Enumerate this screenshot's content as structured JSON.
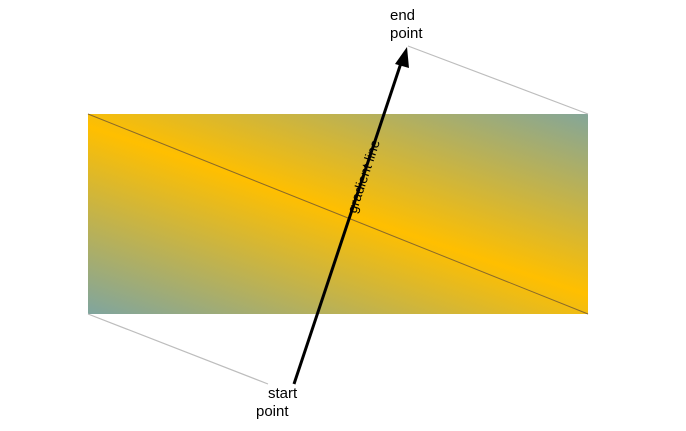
{
  "labels": {
    "end_line1": "end",
    "end_line2": "point",
    "start_line1": "start",
    "start_line2": "point",
    "gradient_line": "gradient line"
  },
  "colors": {
    "gradient_edge": "#7fa59f",
    "gradient_middle": "#ffbf00",
    "diagonal": "#8a6a2a",
    "helper_line": "#bdbdbd",
    "arrow": "#000000"
  }
}
